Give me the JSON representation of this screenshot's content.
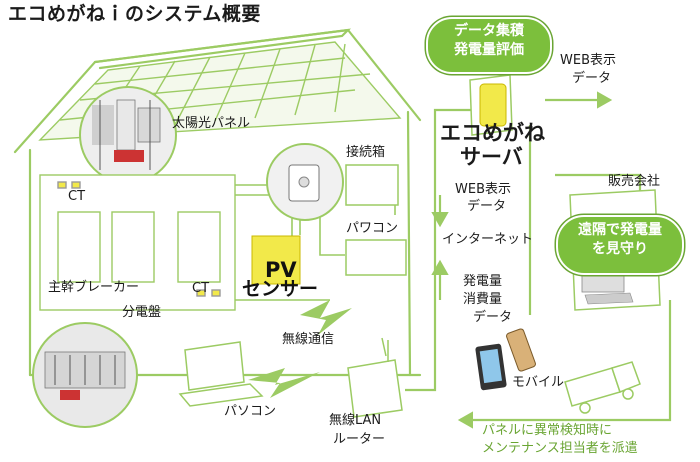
{
  "title": "エコめがねｉのシステム概要",
  "labels": {
    "solar_panel": "太陽光パネル",
    "junction_box": "接続箱",
    "power_conditioner": "パワコン",
    "ct_top": "CT",
    "ct_bottom": "CT",
    "main_breaker": "主幹ブレーカー",
    "distribution_board": "分電盤",
    "pv_sensor_line1": "PV",
    "pv_sensor_line2": "センサー",
    "wireless_comm": "無線通信",
    "pc": "パソコン",
    "wireless_lan_line1": "無線LAN",
    "wireless_lan_line2": "ルーター",
    "server_line1": "エコめがね",
    "server_line2": "サーバ",
    "web_display_top_line1": "WEB表示",
    "web_display_top_line2": "データ",
    "web_display_mid_line1": "WEB表示",
    "web_display_mid_line2": "データ",
    "internet": "インターネット",
    "generation_data_line1": "発電量",
    "generation_data_line2": "消費量",
    "generation_data_line3": "データ",
    "mobile": "モバイル",
    "sales_company": "販売会社",
    "bubble_server_line1": "データ集積",
    "bubble_server_line2": "発電量評価",
    "bubble_sales_line1": "遠隔で発電量",
    "bubble_sales_line2": "を見守り",
    "dispatch_line1": "パネルに異常検知時に",
    "dispatch_line2": "メンテナンス担当者を派遣"
  },
  "colors": {
    "accent_green": "#7cbf3c",
    "sketch_green": "#9ccb63",
    "sensor_yellow": "#f2e94a"
  },
  "icons": [
    "solar-panel-icon",
    "server-icon",
    "pc-icon",
    "router-icon",
    "mobile-phone-icon",
    "truck-icon",
    "sales-terminal-icon"
  ]
}
